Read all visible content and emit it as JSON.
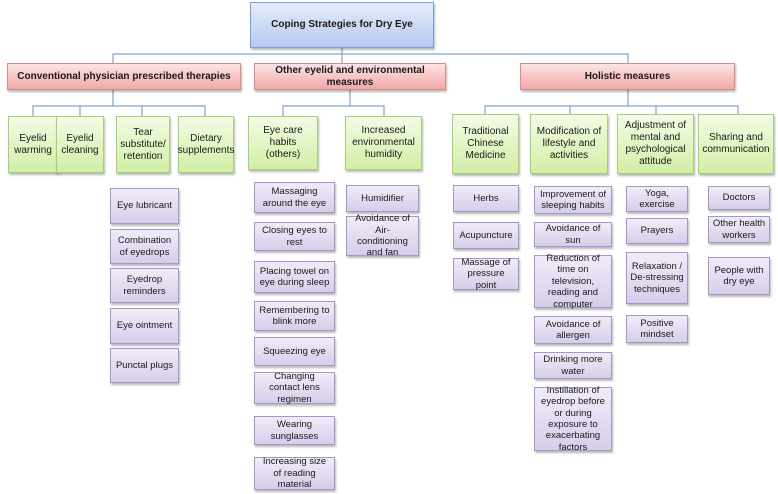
{
  "root": "Coping Strategies for Dry Eye",
  "categories": [
    "Conventional physician prescribed therapies",
    "Other eyelid and environmental measures",
    "Holistic measures"
  ],
  "conventional": {
    "subs": [
      "Eyelid warming",
      "Eyelid cleaning",
      "Tear substitute/ retention",
      "Dietary supplements"
    ],
    "leaves": [
      "Eye lubricant",
      "Combination of eyedrops",
      "Eyedrop reminders",
      "Eye ointment",
      "Punctal plugs"
    ]
  },
  "eyelid": {
    "subs": [
      "Eye care habits (others)",
      "Increased environmental humidity"
    ],
    "care_habits": [
      "Massaging around the eye",
      "Closing eyes to rest",
      "Placing towel on eye during sleep",
      "Remembering to blink more",
      "Squeezing eye",
      "Changing contact lens regimen",
      "Wearing sunglasses",
      "Increasing size of reading material"
    ],
    "humidity": [
      "Humidifier",
      "Avoidance of Air-conditioning and fan"
    ]
  },
  "holistic": {
    "subs": [
      "Traditional Chinese Medicine",
      "Modification of lifestyle and activities",
      "Adjustment of mental and psychological attitude",
      "Sharing and communication"
    ],
    "tcm": [
      "Herbs",
      "Acupuncture",
      "Massage of pressure point"
    ],
    "lifestyle": [
      "Improvement of sleeping habits",
      "Avoidance of sun",
      "Reduction of time on television, reading and computer",
      "Avoidance of allergen",
      "Drinking more water",
      "Instillation of eyedrop before or during exposure to exacerbating factors"
    ],
    "mental": [
      "Yoga, exercise",
      "Prayers",
      "Relaxation / De-stressing techniques",
      "Positive mindset"
    ],
    "sharing": [
      "Doctors",
      "Other health workers",
      "People with dry eye"
    ]
  },
  "colors": {
    "connector": "#7ea3cf"
  }
}
